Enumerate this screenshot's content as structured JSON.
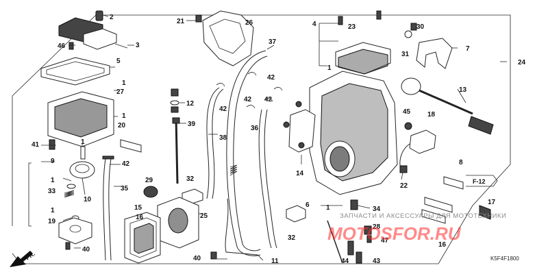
{
  "diagram": {
    "part_code": "K5F4F1800",
    "front_arrow_label": "FR.",
    "ref_tag": "F-12",
    "watermark": {
      "line1": "ЗАПЧАСТИ И АКСЕССУАРЫ ДЛЯ МОТОТЕХНИКИ",
      "line2": "MOTOSFOR.RU"
    },
    "callouts": [
      "1",
      "2",
      "3",
      "4",
      "5",
      "6",
      "7",
      "8",
      "9",
      "10",
      "11",
      "12",
      "13",
      "14",
      "15",
      "16",
      "17",
      "18",
      "19",
      "20",
      "21",
      "22",
      "23",
      "24",
      "25",
      "26",
      "27",
      "28",
      "29",
      "30",
      "31",
      "32",
      "33",
      "34",
      "35",
      "36",
      "37",
      "38",
      "39",
      "40",
      "41",
      "42",
      "43",
      "44",
      "45",
      "46",
      "47"
    ]
  }
}
